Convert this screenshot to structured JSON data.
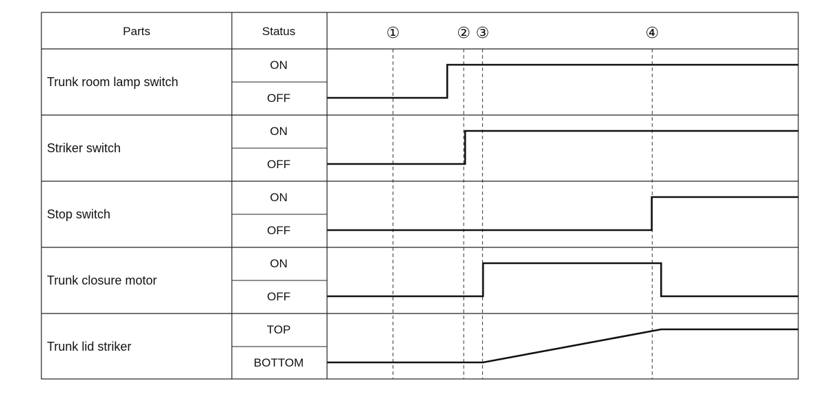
{
  "headers": {
    "parts": "Parts",
    "status": "Status"
  },
  "markers": [
    {
      "label": "①",
      "t": 0.14
    },
    {
      "label": "②",
      "t": 0.29
    },
    {
      "label": "③",
      "t": 0.33
    },
    {
      "label": "④",
      "t": 0.69
    }
  ],
  "rows": [
    {
      "name": "Trunk room lamp switch",
      "high": "ON",
      "low": "OFF",
      "points": [
        [
          0,
          0
        ],
        [
          0.255,
          0
        ],
        [
          0.255,
          1
        ],
        [
          1,
          1
        ]
      ]
    },
    {
      "name": "Striker switch",
      "high": "ON",
      "low": "OFF",
      "points": [
        [
          0,
          0
        ],
        [
          0.293,
          0
        ],
        [
          0.293,
          1
        ],
        [
          1,
          1
        ]
      ]
    },
    {
      "name": "Stop switch",
      "high": "ON",
      "low": "OFF",
      "points": [
        [
          0,
          0
        ],
        [
          0.689,
          0
        ],
        [
          0.689,
          1
        ],
        [
          1,
          1
        ]
      ]
    },
    {
      "name": "Trunk closure motor",
      "high": "ON",
      "low": "OFF",
      "points": [
        [
          0,
          0
        ],
        [
          0.331,
          0
        ],
        [
          0.331,
          1
        ],
        [
          0.709,
          1
        ],
        [
          0.709,
          0
        ],
        [
          1,
          0
        ]
      ]
    },
    {
      "name": "Trunk lid striker",
      "high": "TOP",
      "low": "BOTTOM",
      "points": [
        [
          0,
          0
        ],
        [
          0.331,
          0
        ],
        [
          0.709,
          1
        ],
        [
          1,
          1
        ]
      ]
    }
  ]
}
